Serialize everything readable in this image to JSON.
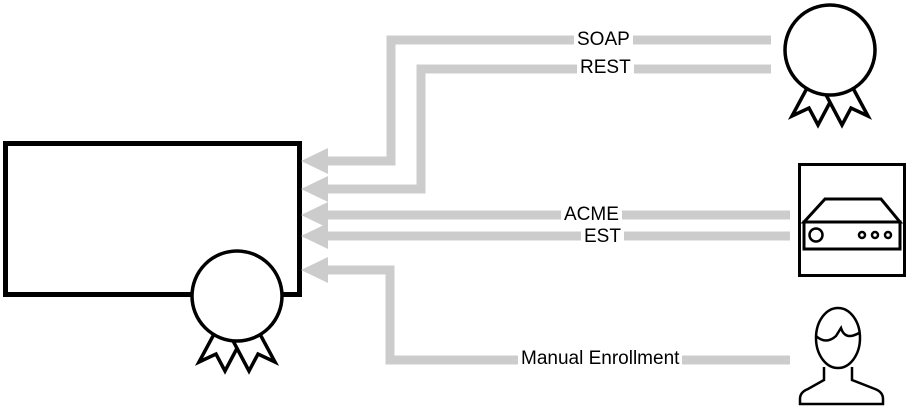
{
  "colors": {
    "connector": "#cccccc",
    "outline": "#000000",
    "label_text": "#000000",
    "label_background": "#ffffff",
    "background": "#ffffff"
  },
  "connectors": [
    {
      "id": "soap",
      "label": "SOAP"
    },
    {
      "id": "rest",
      "label": "REST"
    },
    {
      "id": "acme",
      "label": "ACME"
    },
    {
      "id": "est",
      "label": "EST"
    },
    {
      "id": "manual",
      "label": "Manual Enrollment"
    }
  ],
  "nodes": {
    "ca_box": {
      "label": ""
    },
    "icons": [
      {
        "name": "award-ribbon-icon",
        "location": "top-right"
      },
      {
        "name": "server-appliance-icon",
        "location": "middle-right"
      },
      {
        "name": "person-icon",
        "location": "bottom-right"
      },
      {
        "name": "award-ribbon-icon",
        "location": "bottom-left-on-box"
      }
    ]
  }
}
